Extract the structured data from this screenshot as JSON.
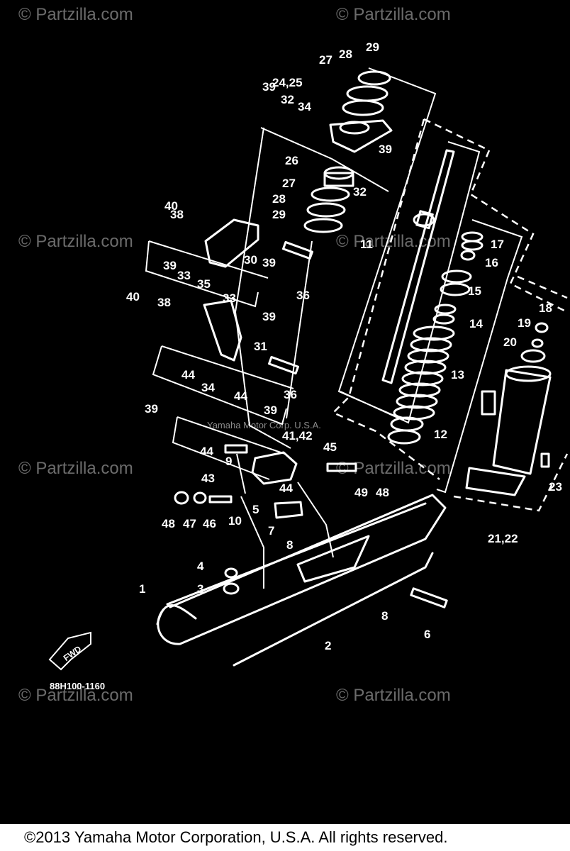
{
  "watermark": "© Partzilla.com",
  "part_numbers": [
    "1",
    "2",
    "3",
    "4",
    "5",
    "6",
    "7",
    "8",
    "8",
    "9",
    "10",
    "11",
    "12",
    "13",
    "14",
    "15",
    "16",
    "17",
    "18",
    "19",
    "20",
    "21,22",
    "23",
    "24,25",
    "26",
    "27",
    "27",
    "28",
    "28",
    "29",
    "29",
    "30",
    "31",
    "32",
    "32",
    "33",
    "33",
    "34",
    "34",
    "35",
    "36",
    "36",
    "38",
    "38",
    "39",
    "39",
    "39",
    "39",
    "39",
    "39",
    "39",
    "40",
    "40",
    "41,42",
    "43",
    "44",
    "44",
    "44",
    "44",
    "45",
    "46",
    "47",
    "48",
    "48",
    "49"
  ],
  "diagram_code": "88H100-1160",
  "inner_watermark": "Yamaha Motor Corp. U.S.A.",
  "fwd_label": "FWD",
  "copyright": "©2013 Yamaha Motor Corporation, U.S.A. All rights reserved."
}
